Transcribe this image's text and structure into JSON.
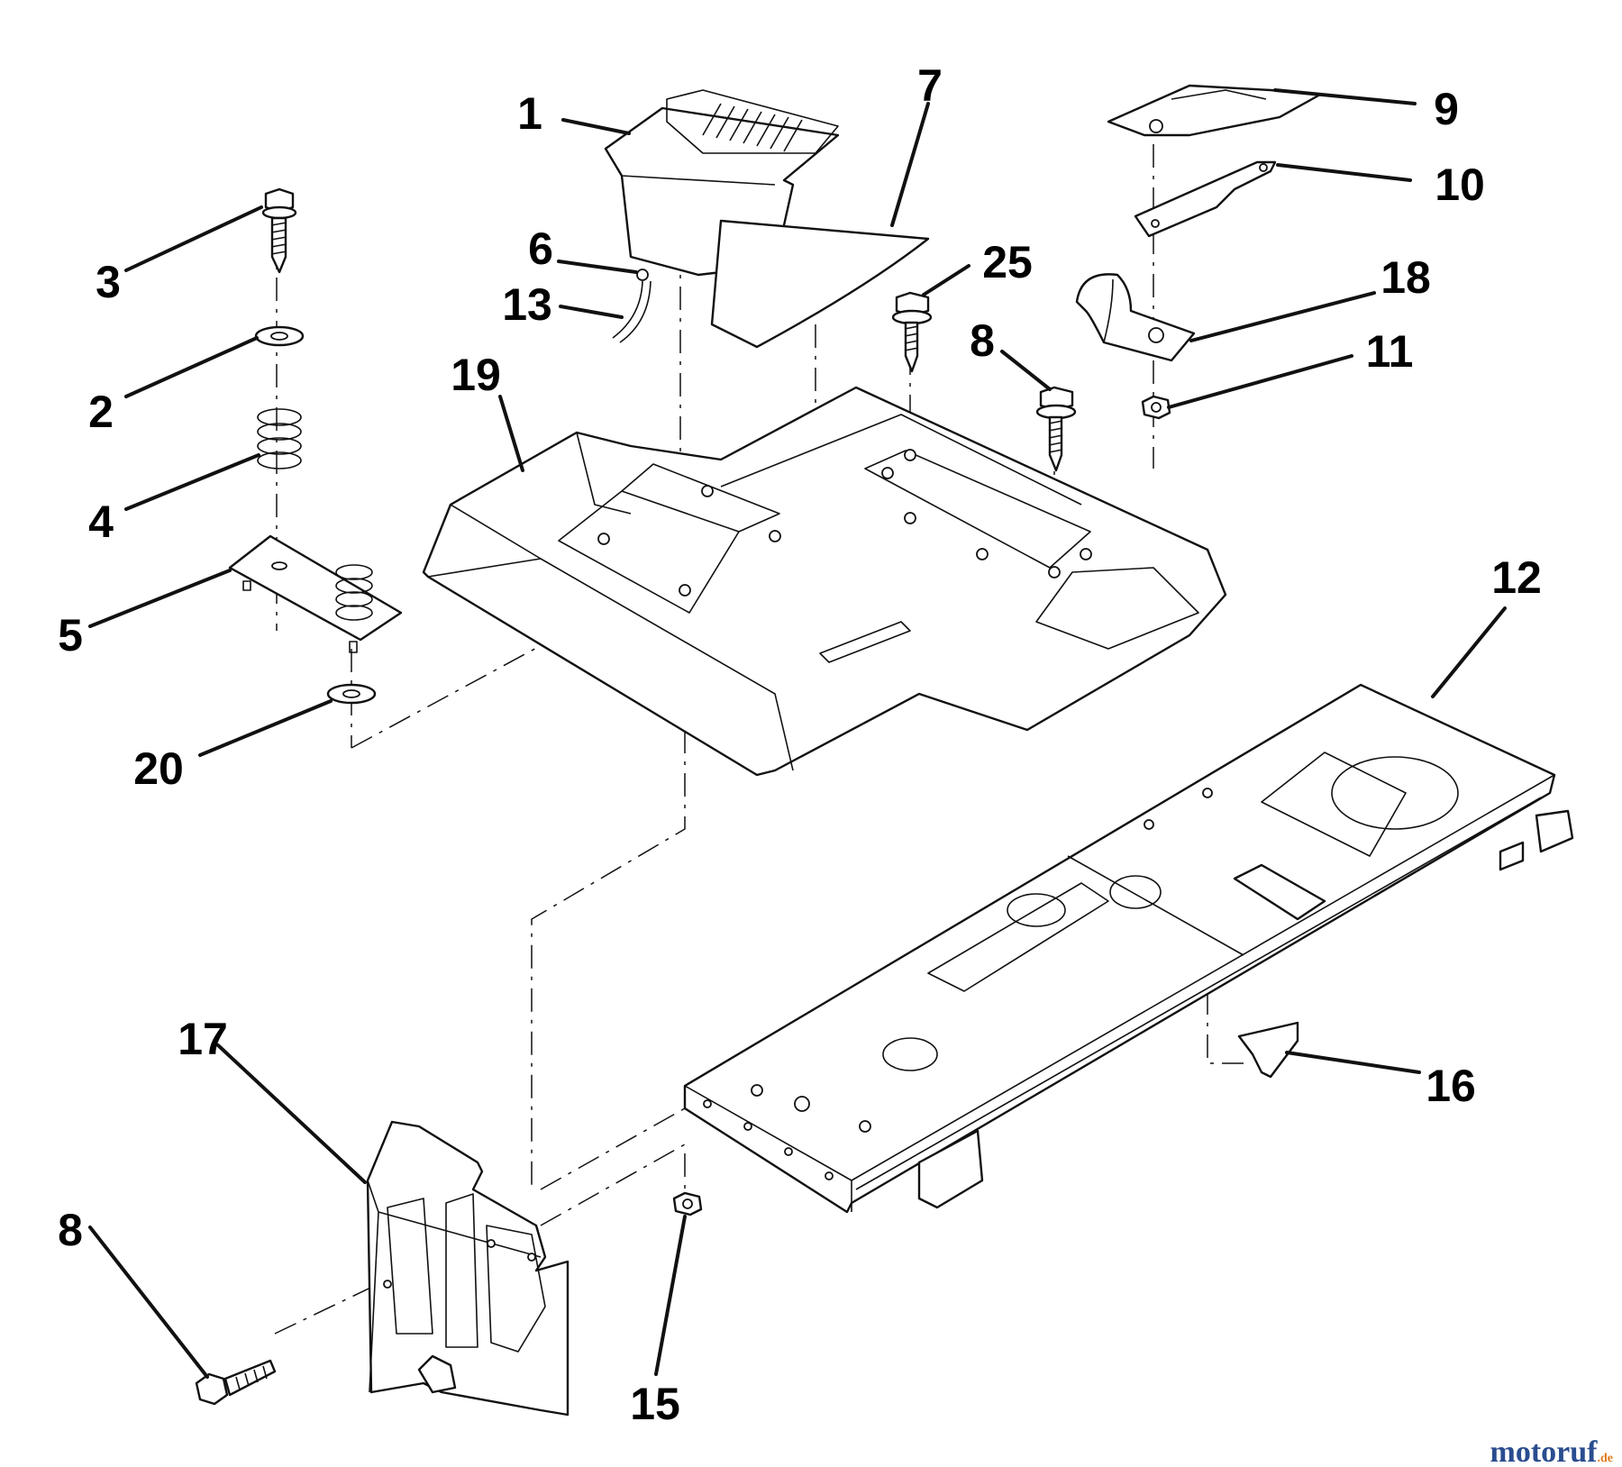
{
  "diagram": {
    "callouts": [
      {
        "id": "c1",
        "text": "1"
      },
      {
        "id": "c7",
        "text": "7"
      },
      {
        "id": "c9",
        "text": "9"
      },
      {
        "id": "c10",
        "text": "10"
      },
      {
        "id": "c3",
        "text": "3"
      },
      {
        "id": "c6",
        "text": "6"
      },
      {
        "id": "c25",
        "text": "25"
      },
      {
        "id": "c18",
        "text": "18"
      },
      {
        "id": "c13",
        "text": "13"
      },
      {
        "id": "c8a",
        "text": "8"
      },
      {
        "id": "c11",
        "text": "11"
      },
      {
        "id": "c2",
        "text": "2"
      },
      {
        "id": "c19",
        "text": "19"
      },
      {
        "id": "c4",
        "text": "4"
      },
      {
        "id": "c12",
        "text": "12"
      },
      {
        "id": "c5",
        "text": "5"
      },
      {
        "id": "c20",
        "text": "20"
      },
      {
        "id": "c17",
        "text": "17"
      },
      {
        "id": "c16",
        "text": "16"
      },
      {
        "id": "c8b",
        "text": "8"
      },
      {
        "id": "c15",
        "text": "15"
      }
    ]
  },
  "watermark": {
    "brand": "motoruf",
    "tld": ".de",
    "colors": {
      "blue": "#2a4d8f",
      "orange": "#e07b1a"
    }
  }
}
